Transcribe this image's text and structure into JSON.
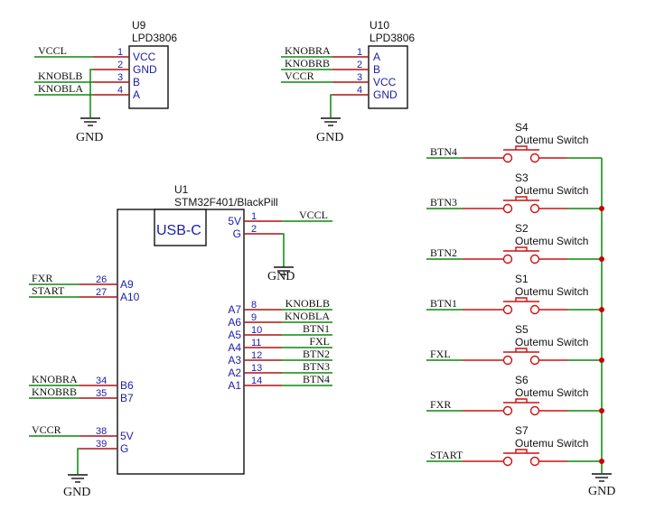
{
  "u9": {
    "ref": "U9",
    "value": "LPD3806",
    "pins": [
      {
        "num": "1",
        "name": "VCC",
        "net": "VCCL"
      },
      {
        "num": "2",
        "name": "GND",
        "net": ""
      },
      {
        "num": "3",
        "name": "B",
        "net": "KNOBLB"
      },
      {
        "num": "4",
        "name": "A",
        "net": "KNOBLA"
      }
    ]
  },
  "u10": {
    "ref": "U10",
    "value": "LPD3806",
    "pins": [
      {
        "num": "1",
        "name": "A",
        "net": "KNOBRA"
      },
      {
        "num": "2",
        "name": "B",
        "net": "KNOBRB"
      },
      {
        "num": "3",
        "name": "VCC",
        "net": "VCCR"
      },
      {
        "num": "4",
        "name": "GND",
        "net": ""
      }
    ]
  },
  "u1": {
    "ref": "U1",
    "value": "STM32F401/BlackPill",
    "usb": "USB-C",
    "left_pins": [
      {
        "num": "26",
        "name": "A9",
        "net": "FXR"
      },
      {
        "num": "27",
        "name": "A10",
        "net": "START"
      },
      {
        "num": "34",
        "name": "B6",
        "net": "KNOBRA"
      },
      {
        "num": "35",
        "name": "B7",
        "net": "KNOBRB"
      },
      {
        "num": "38",
        "name": "5V",
        "net": "VCCR"
      },
      {
        "num": "39",
        "name": "G",
        "net": ""
      }
    ],
    "right_pins": [
      {
        "num": "1",
        "name": "5V",
        "net": "VCCL"
      },
      {
        "num": "2",
        "name": "G",
        "net": ""
      },
      {
        "num": "8",
        "name": "A7",
        "net": "KNOBLB"
      },
      {
        "num": "9",
        "name": "A6",
        "net": "KNOBLA"
      },
      {
        "num": "10",
        "name": "A5",
        "net": "BTN1"
      },
      {
        "num": "11",
        "name": "A4",
        "net": "FXL"
      },
      {
        "num": "12",
        "name": "A3",
        "net": "BTN2"
      },
      {
        "num": "13",
        "name": "A2",
        "net": "BTN3"
      },
      {
        "num": "14",
        "name": "A1",
        "net": "BTN4"
      }
    ]
  },
  "switches": [
    {
      "ref": "S4",
      "value": "Outemu Switch",
      "net": "BTN4"
    },
    {
      "ref": "S3",
      "value": "Outemu Switch",
      "net": "BTN3"
    },
    {
      "ref": "S2",
      "value": "Outemu Switch",
      "net": "BTN2"
    },
    {
      "ref": "S1",
      "value": "Outemu Switch",
      "net": "BTN1"
    },
    {
      "ref": "S5",
      "value": "Outemu Switch",
      "net": "FXL"
    },
    {
      "ref": "S6",
      "value": "Outemu Switch",
      "net": "FXR"
    },
    {
      "ref": "S7",
      "value": "Outemu Switch",
      "net": "START"
    }
  ],
  "gnd_label": "GND",
  "colors": {
    "wire": "#0a8a0a",
    "pin": "#b01010",
    "switch": "#cc1111",
    "text_blue": "#1c1ca8",
    "junction": "#cc0000"
  }
}
